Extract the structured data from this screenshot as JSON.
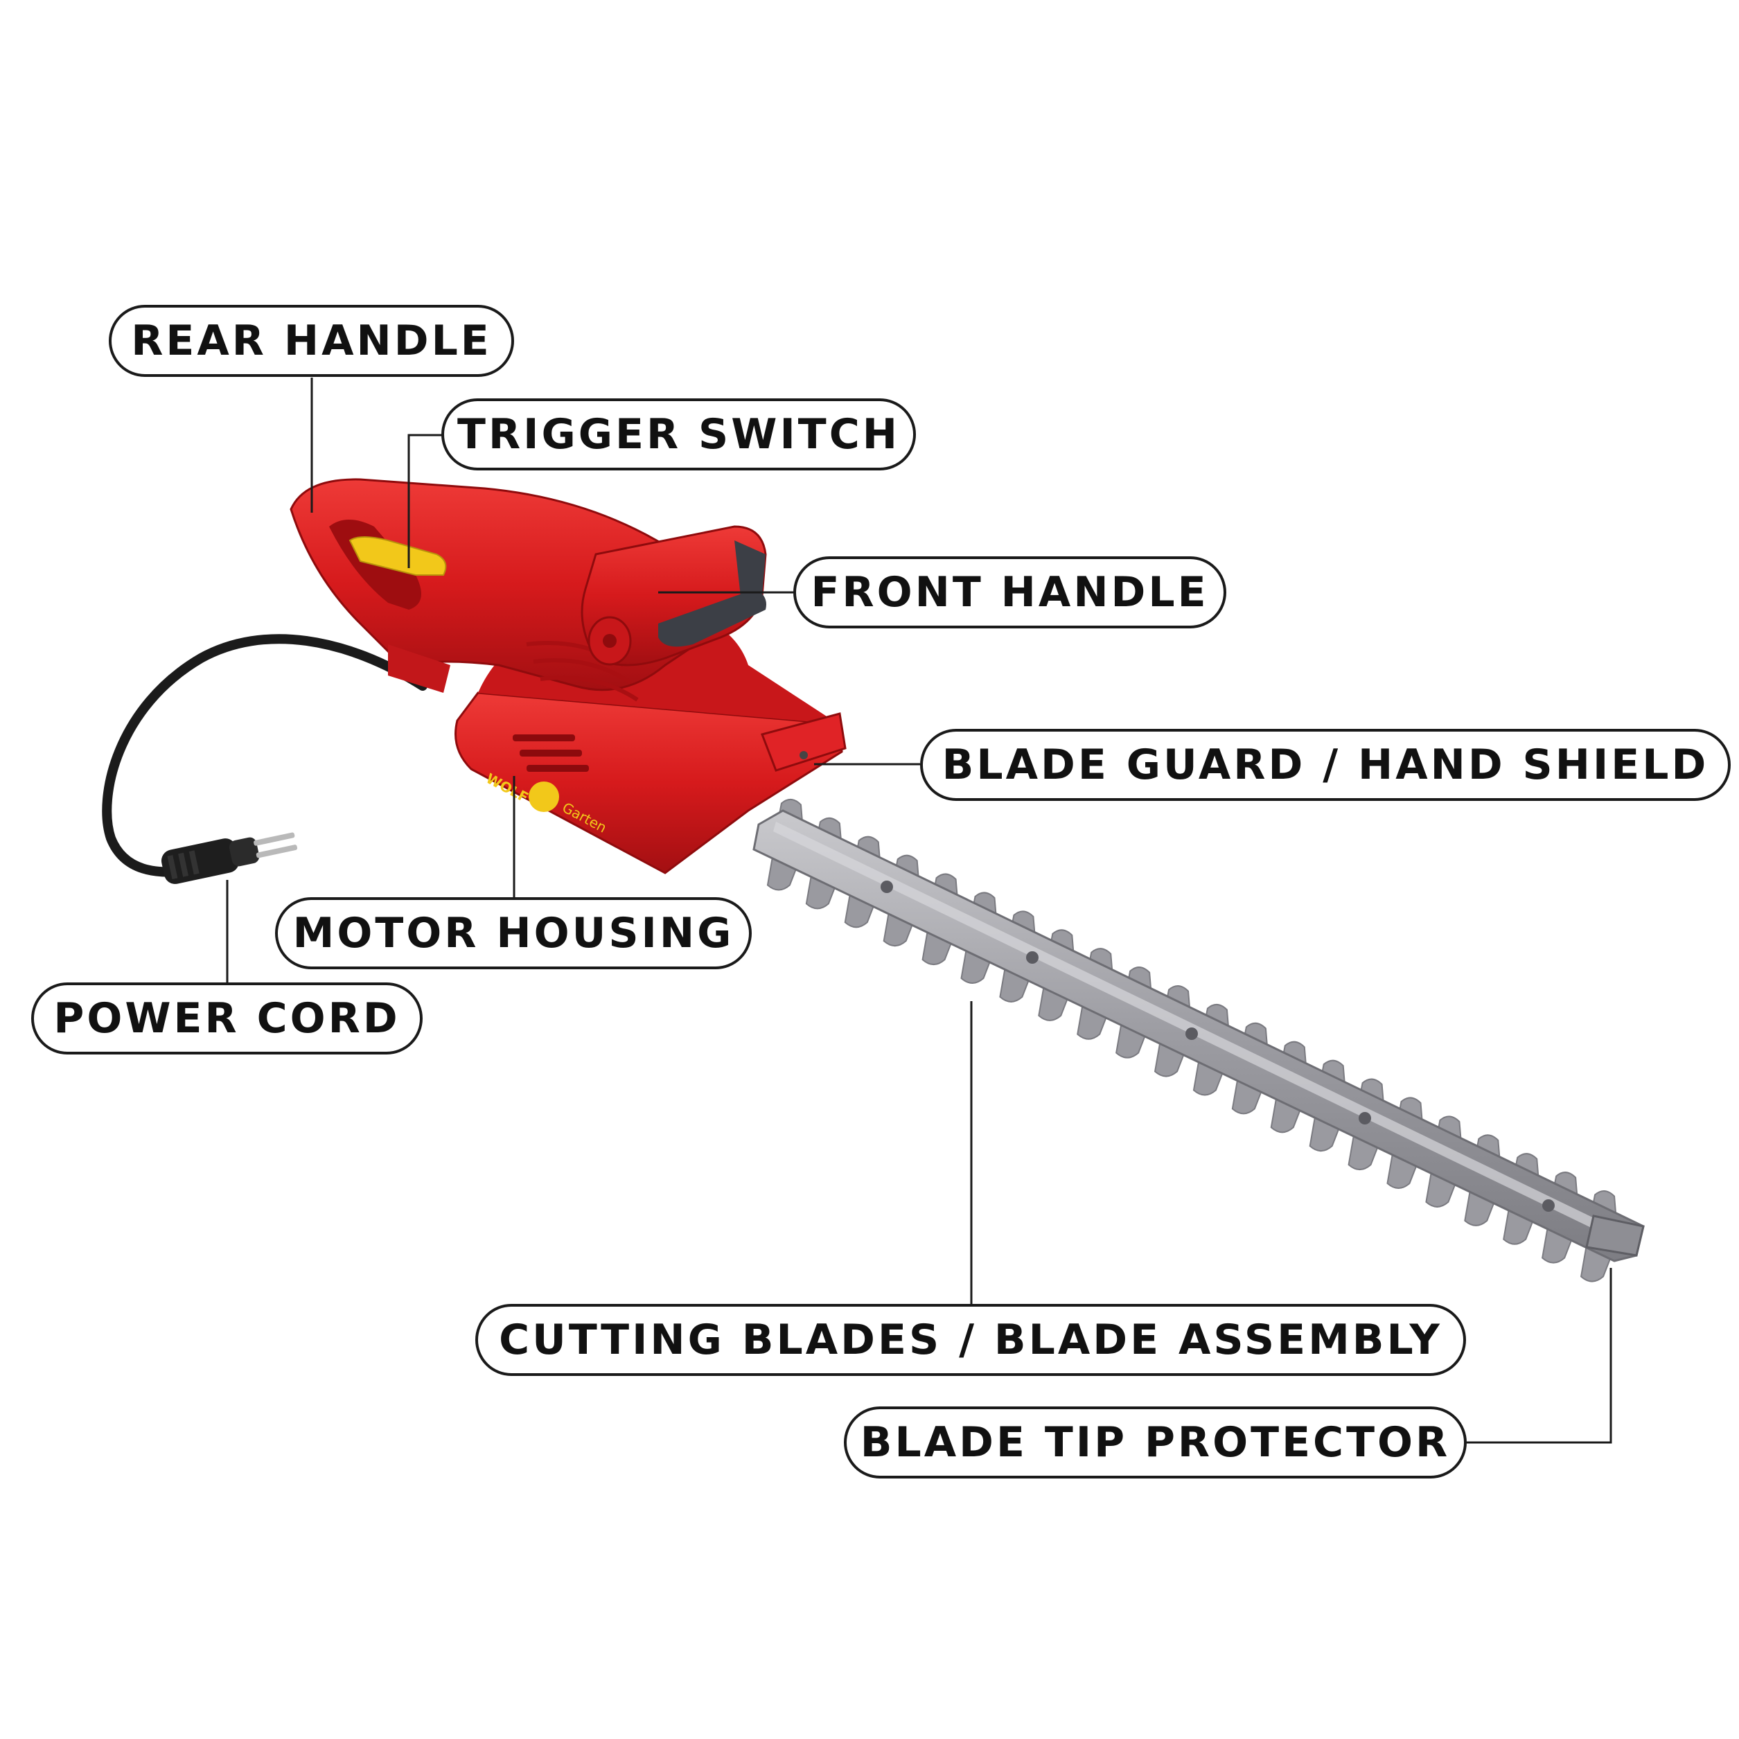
{
  "labels": {
    "rear_handle": "REAR HANDLE",
    "trigger_switch": "TRIGGER SWITCH",
    "front_handle": "FRONT HANDLE",
    "blade_guard": "BLADE GUARD / HAND SHIELD",
    "motor_housing": "MOTOR HOUSING",
    "power_cord": "POWER CORD",
    "cutting_blades": "CUTTING BLADES / BLADE ASSEMBLY",
    "blade_tip_protector": "BLADE TIP PROTECTOR"
  },
  "brand": {
    "left": "WOLF",
    "right": "Garten"
  },
  "colors": {
    "body_red": "#d61a1c",
    "body_dark_red": "#a80f12",
    "trigger_yellow": "#f2c81a",
    "grip_gray": "#3c3f46",
    "blade_steel": "#a9a9ae",
    "cord_black": "#1b1b1b",
    "outline": "#1a1a1a"
  }
}
